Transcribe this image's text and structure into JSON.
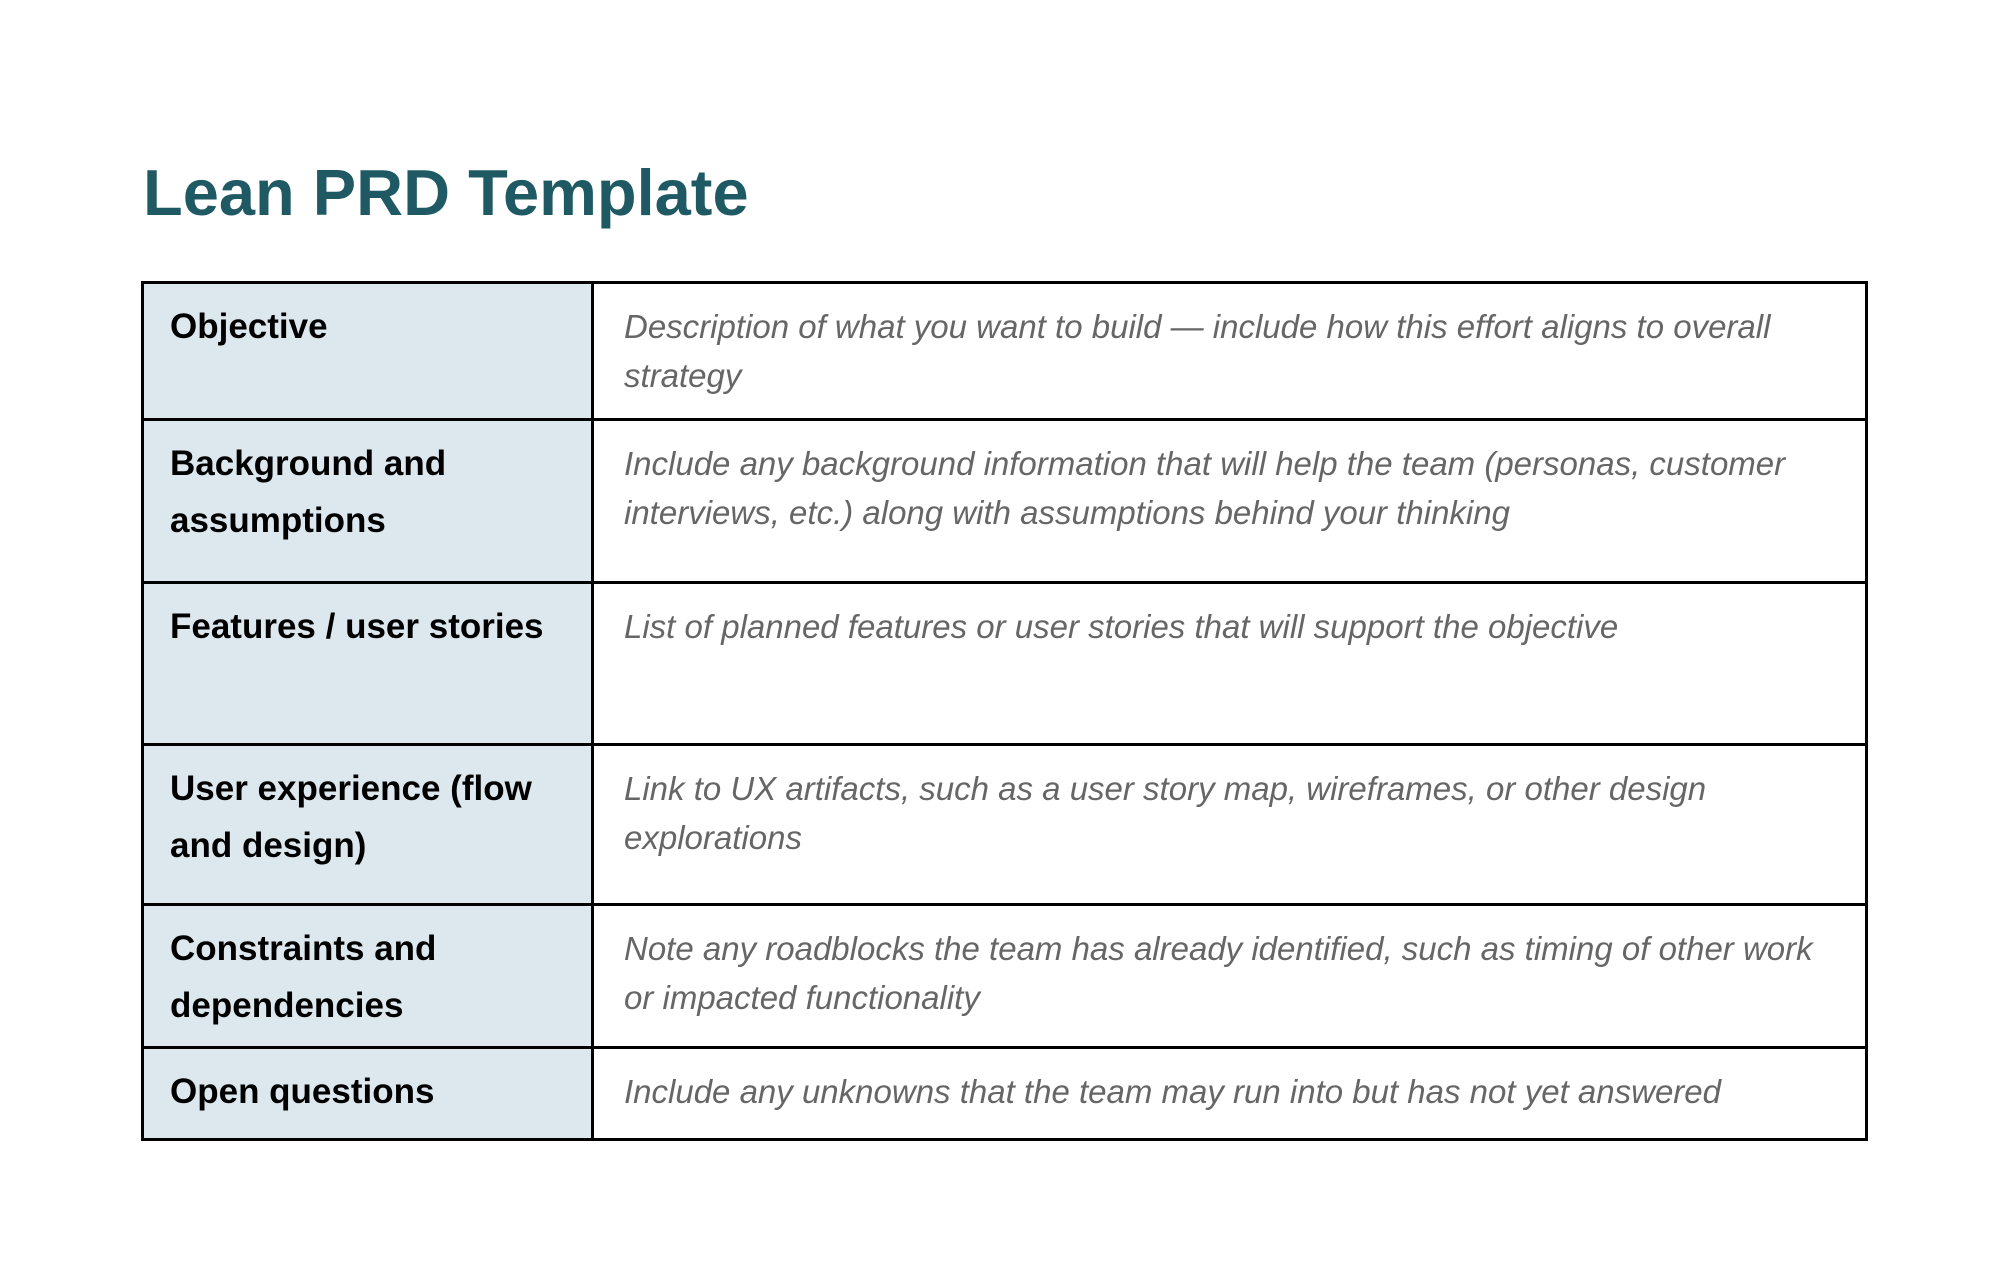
{
  "page": {
    "title": "Lean PRD Template"
  },
  "colors": {
    "title_text": "#1f5963",
    "label_cell_background": "#dde8ee",
    "label_text": "#000000",
    "description_text": "#666666",
    "table_border": "#000000",
    "page_background": "#ffffff"
  },
  "table": {
    "rows": [
      {
        "label": "Objective",
        "description": "Description of what you want to build — include how this effort aligns to overall strategy"
      },
      {
        "label": "Background and assumptions",
        "description": "Include any background information that will help the team (personas, customer interviews, etc.) along with assumptions behind your thinking"
      },
      {
        "label": "Features / user stories",
        "description": "List of planned features or user stories that will support the objective"
      },
      {
        "label": "User experience (flow and design)",
        "description": "Link to UX artifacts, such as a user story map, wireframes, or other design explorations"
      },
      {
        "label": "Constraints and dependencies",
        "description": "Note any roadblocks the team has already identified, such as timing of other work or impacted functionality"
      },
      {
        "label": "Open questions",
        "description": "Include any unknowns that the team may run into but has not yet answered"
      }
    ]
  }
}
